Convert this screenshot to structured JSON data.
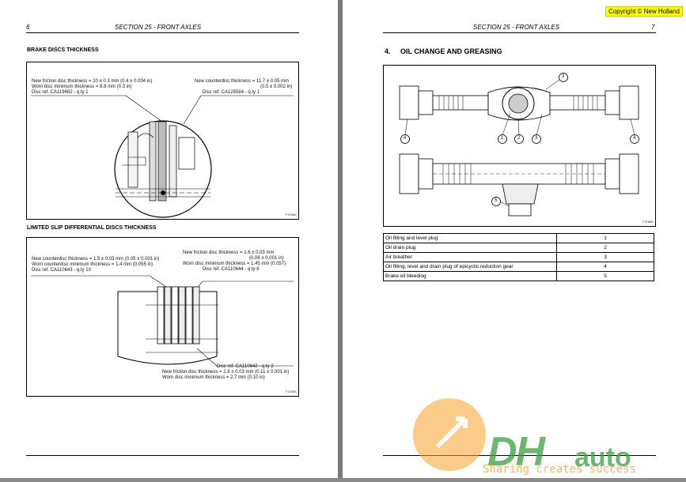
{
  "left_page": {
    "page_number": "6",
    "section_title": "SECTION 25 - FRONT AXLES",
    "brake_section": {
      "heading": "BRAKE DISCS THICKNESS",
      "left_note": [
        "New friction disc thickness = 10 ± 0.1 mm (0.4 ± 0.004 in)",
        "Worn disc minimum thickness = 8.8 mm (0.3 in)",
        "Disc ref. CA119682 - q.ty 1"
      ],
      "right_note": [
        "New counterdisc thickness = 11.7 ± 0.05 mm",
        "(0.5 ± 0.002 in)",
        "Disc ref. CA125584 - q.ty 1"
      ],
      "figure_code": "F37886"
    },
    "lsd_section": {
      "heading": "LIMITED SLIP DIFFERENTIAL DISCS THICKNESS",
      "top_right_note": [
        "New friction disc thickness = 1.6 ± 0.03 mm",
        "(0.06 ± 0.001 in)",
        "Worn disc minimum thickness = 1.45 mm (0.057)",
        "Disc ref. CA110644 - q.ty 8"
      ],
      "top_left_note": [
        "New counterdisc thickness = 1.5 ± 0.03 mm (0.05 ± 0.001 in)",
        "Worn counterdisc minimum thickness = 1.4 mm (0.055 in)",
        "Disc ref. CA110643 - q.ty 10"
      ],
      "bottom_note": [
        "Disc ref. CA110642 - q.ty 2",
        "New friction disc thickness = 2.8 ± 0.03 mm (0.11 ± 0.001 in)",
        "Worn disc minimum thickness = 2.7 mm (0.10 in)"
      ],
      "figure_code": "F37885"
    }
  },
  "right_page": {
    "copyright": "Copyright © New Holland",
    "page_number": "7",
    "section_title": "SECTION 25 - FRONT AXLES",
    "heading_number": "4.",
    "heading_text": "OIL CHANGE AND GREASING",
    "callouts": [
      "3",
      "1",
      "2",
      "3",
      "4",
      "4",
      "5"
    ],
    "figure_code": "F37888",
    "parts_table": [
      {
        "description": "Oil filling and level plug",
        "ref": "1"
      },
      {
        "description": "Oil drain plug",
        "ref": "2"
      },
      {
        "description": "Air breather",
        "ref": "3"
      },
      {
        "description": "Oil filling, level and drain plug of epicyclic reduction gear",
        "ref": "4"
      },
      {
        "description": "Brake oil bleeding",
        "ref": "5"
      }
    ]
  },
  "watermark": {
    "brand_main": "DH",
    "brand_tail": "auto",
    "tagline": "Sharing creates success"
  }
}
